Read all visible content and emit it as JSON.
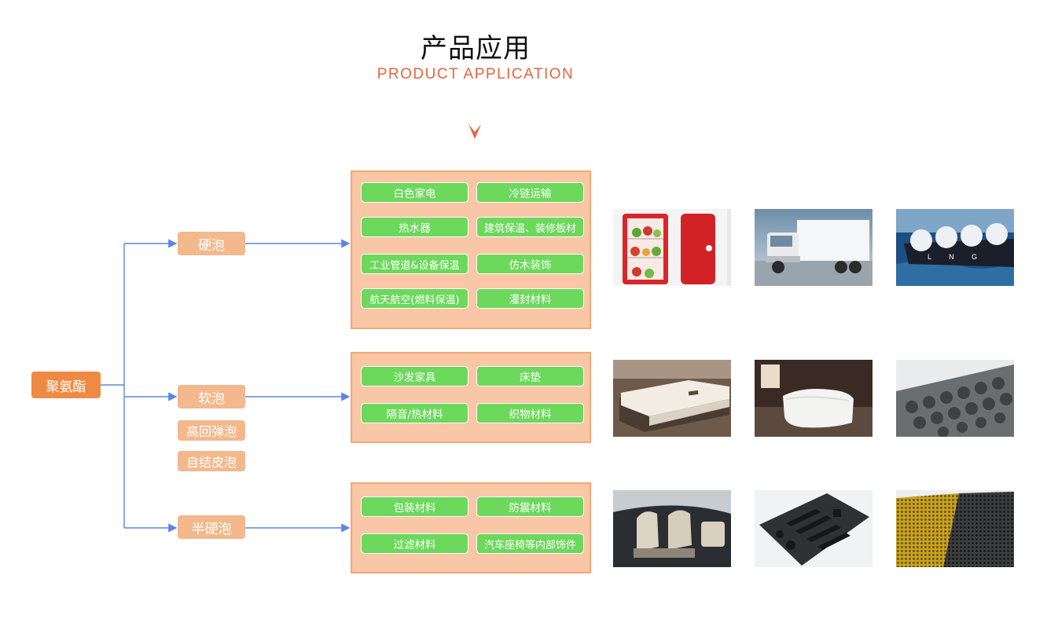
{
  "header": {
    "title": "产品应用",
    "subtitle": "PRODUCT APPLICATION"
  },
  "root": {
    "label": "聚氨酯"
  },
  "categories": {
    "rigid": {
      "label": "硬泡",
      "applications": [
        "白色家电",
        "冷链运输",
        "热水器",
        "建筑保温、装修板材",
        "工业管道&设备保温",
        "仿木装饰",
        "航天航空(燃料保温)",
        "灌封材料"
      ]
    },
    "soft": {
      "label": "软泡",
      "subtypes": [
        "高回弹泡",
        "自结皮泡"
      ],
      "applications": [
        "沙发家具",
        "床垫",
        "隔音/热材料",
        "织物材料"
      ]
    },
    "semi": {
      "label": "半硬泡",
      "applications": [
        "包装材料",
        "防震材料",
        "过滤材料",
        "汽车座椅等内部饰件"
      ]
    }
  },
  "photos": {
    "rigid": [
      "refrigerator-photo",
      "refrigerated-truck-photo",
      "lng-tanker-ship-photo"
    ],
    "soft": [
      "bed-mattress-photo",
      "memory-foam-pillow-photo",
      "acoustic-foam-photo"
    ],
    "semi": [
      "car-seat-interior-photo",
      "packaging-foam-insert-photo",
      "filter-sponge-photo"
    ],
    "tanker_hull_letters": "L N G"
  },
  "colors": {
    "accent": "#e8643a",
    "root_box": "#ef8a43",
    "category_box": "#f3b88c",
    "panel_bg": "#f9c6a6",
    "pill": "#6cd85c",
    "connector": "#5b86e5"
  }
}
